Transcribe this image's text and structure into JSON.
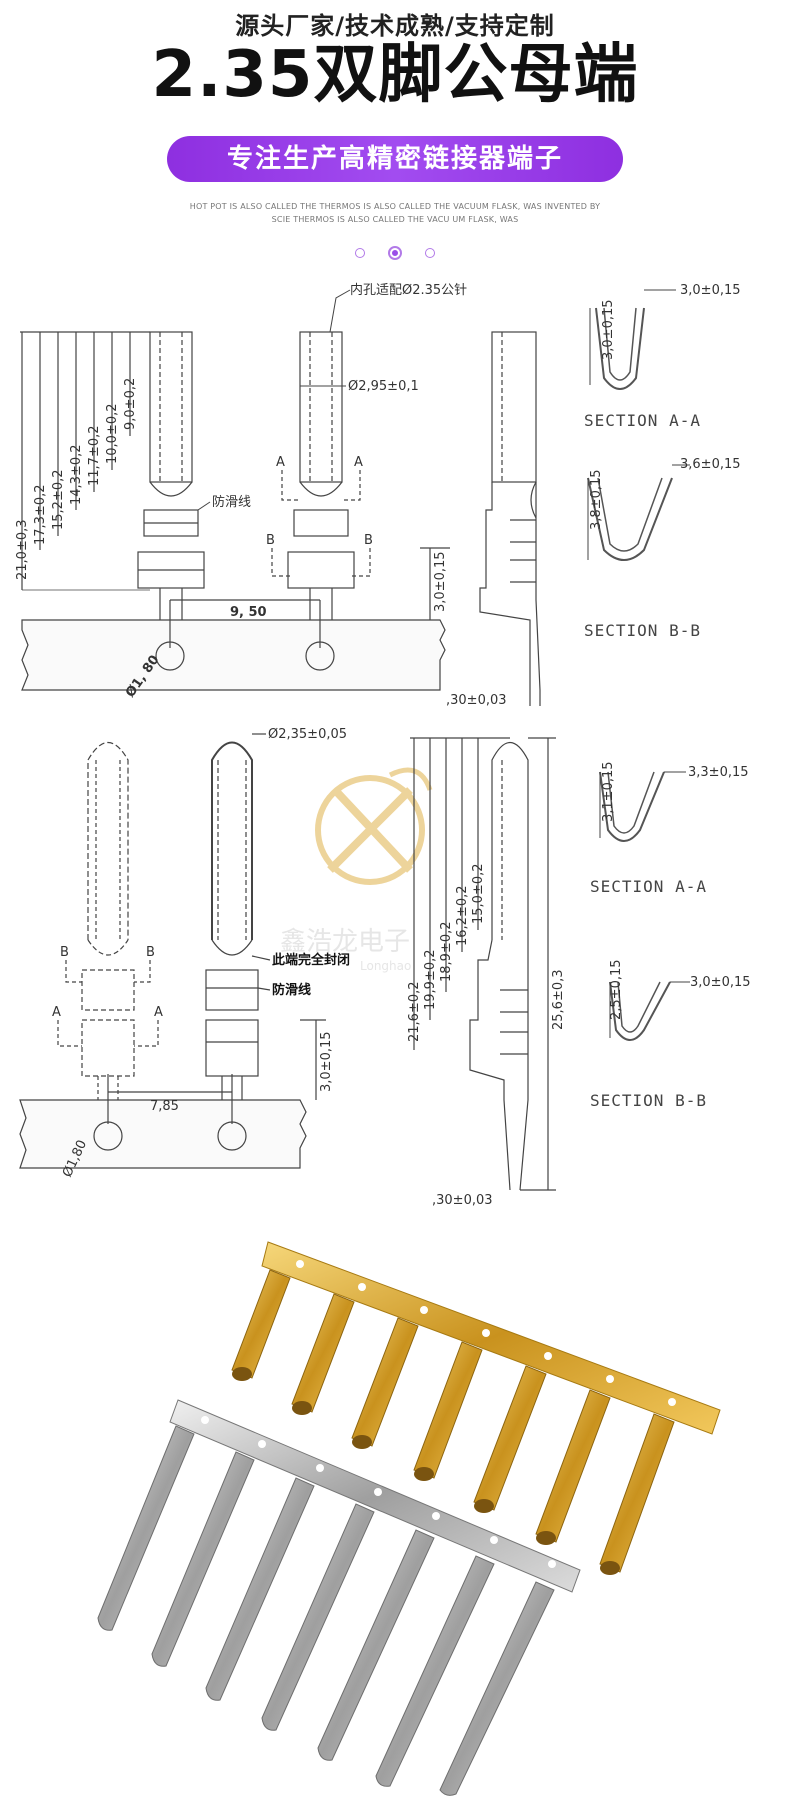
{
  "header": {
    "tagline": "源头厂家/技术成熟/支持定制",
    "title": "2.35双脚公母端",
    "banner": "专注生产高精密链接器端子",
    "english_line1": "HOT POT IS ALSO CALLED THE THERMOS IS ALSO CALLED THE VACUUM FLASK, WAS INVENTED BY",
    "english_line2": "SCIE THERMOS IS ALSO CALLED THE VACU  UM FLASK, WAS"
  },
  "female_drawing": {
    "top_note": "内孔适配Ø2.35公针",
    "dia_inner": "Ø2,95±0,1",
    "dims_left": [
      "21,0±0,3",
      "17,3±0,2",
      "15,2±0,2",
      "14,3±0,2",
      "11,7±0,2",
      "10,0±0,2",
      "9,0±0,2"
    ],
    "anti_slip": "防滑线",
    "label_a": "A",
    "label_b": "B",
    "height_carrier": "3,0±0,15",
    "hole_dia": "Ø1, 80",
    "pitch": "9, 50",
    "thickness": ",30±0,03",
    "section_a": {
      "height": "3,0±0,15",
      "width": "3,0±0,15",
      "title": "SECTION  A-A"
    },
    "section_b": {
      "height": "3,8±0,15",
      "width": "3,6±0,15",
      "title": "SECTION  B-B"
    }
  },
  "male_drawing": {
    "dia_pin": "Ø2,35±0,05",
    "closed_note": "此端完全封闭",
    "anti_slip": "防滑线",
    "label_a": "A",
    "label_b": "B",
    "height_carrier": "3,0±0,15",
    "hole_dia": "Ø1,80",
    "pitch": "7,85",
    "dims_left": [
      "21,6±0,2",
      "19,9±0,2",
      "18,9±0,2",
      "16,2±0,2",
      "15,0±0,2"
    ],
    "total_length": "25,6±0,3",
    "thickness": ",30±0,03",
    "section_a": {
      "height": "3,1±0,15",
      "width": "3,3±0,15",
      "title": "SECTION  A-A"
    },
    "section_b": {
      "height": "2,5±0,15",
      "width": "3,0±0,15",
      "title": "SECTION  B-B"
    }
  },
  "watermark": {
    "cn": "鑫浩龙电子",
    "en": "Longhao"
  },
  "colors": {
    "accent": "#9b3ff0",
    "gold": "#d9a62a",
    "silver": "#bdbdbd"
  }
}
